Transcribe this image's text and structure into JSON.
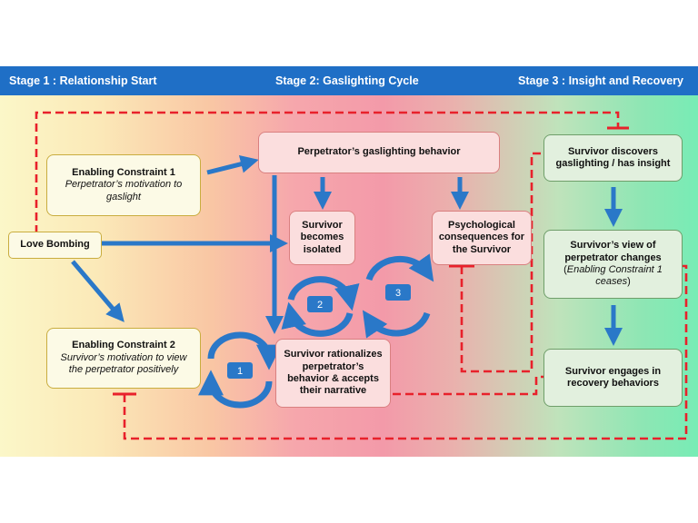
{
  "header": {
    "stage1": "Stage 1 : Relationship Start",
    "stage2": "Stage 2: Gaslighting Cycle",
    "stage3": "Stage 3 : Insight and Recovery"
  },
  "nodes": {
    "ec1_title": "Enabling Constraint 1",
    "ec1_desc": "Perpetrator’s motivation to gaslight",
    "love_bombing": "Love Bombing",
    "ec2_title": "Enabling Constraint 2",
    "ec2_desc": "Survivor’s motivation to view the perpetrator positively",
    "gaslighting_behavior": "Perpetrator’s gaslighting behavior",
    "isolated": "Survivor becomes isolated",
    "psych": "Psychological consequences for the Survivor",
    "rationalizes": "Survivor rationalizes perpetrator’s behavior & accepts their narrative",
    "discovers": "Survivor discovers gaslighting / has insight",
    "view_changes": "Survivor’s view of perpetrator changes",
    "view_changes_note": "Enabling Constraint 1 ceases",
    "recovery": "Survivor engages in recovery behaviors"
  },
  "cycles": {
    "c1": "1",
    "c2": "2",
    "c3": "3"
  },
  "colors": {
    "header": "#1f6fc6",
    "arrow": "#2a78c8",
    "inhibit": "#e8212b"
  }
}
